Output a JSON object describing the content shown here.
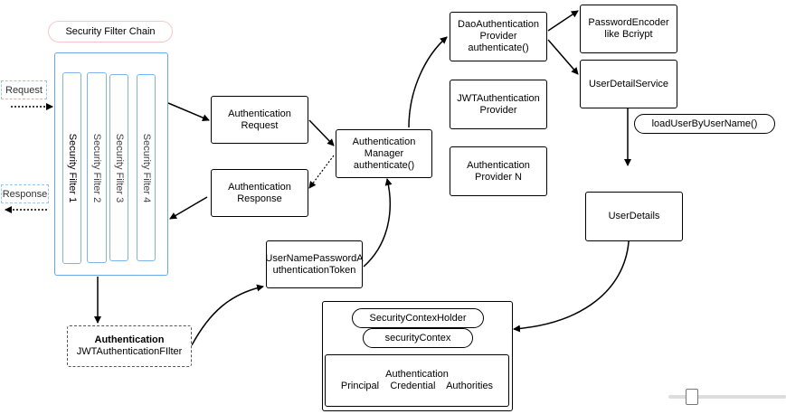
{
  "chain": {
    "title": "Security Filter Chain",
    "filters": [
      "Security Filter 1",
      "Security Filter 2",
      "Security Filter 3",
      "Security Filter 4"
    ]
  },
  "external": {
    "request": "Request",
    "response": "Response"
  },
  "nodes": {
    "auth_request": [
      "Authentication",
      "Request"
    ],
    "auth_response": [
      "Authentication",
      "Response"
    ],
    "auth_manager": [
      "Authentication",
      "Manager",
      "authenticate()"
    ],
    "token": [
      "UserNamePasswordA",
      "uthenticationToken"
    ],
    "jwt_filter_title": "Authentication",
    "jwt_filter_name": "JWTAuthenticationFIlter",
    "dao_provider": [
      "DaoAuthentication",
      "Provider",
      "authenticate()"
    ],
    "jwt_provider": [
      "JWTAuthentication",
      "Provider"
    ],
    "provider_n": [
      "Authentication",
      "Provider N"
    ],
    "password_encoder": [
      "PasswordEncoder",
      "like Bcriypt"
    ],
    "user_detail_service": "UserDetailService",
    "load_user": "loadUserByUserName()",
    "user_details": "UserDetails",
    "security_context_holder": "SecurityContexHolder",
    "security_context": "securityContex",
    "authentication_label": "Authentication",
    "authentication_fields": "Principal    Credential    Authorities"
  },
  "colors": {
    "filter_border": "#7fb4ea",
    "chain_title_border": "#f2c9c9",
    "arrow": "#000000"
  }
}
